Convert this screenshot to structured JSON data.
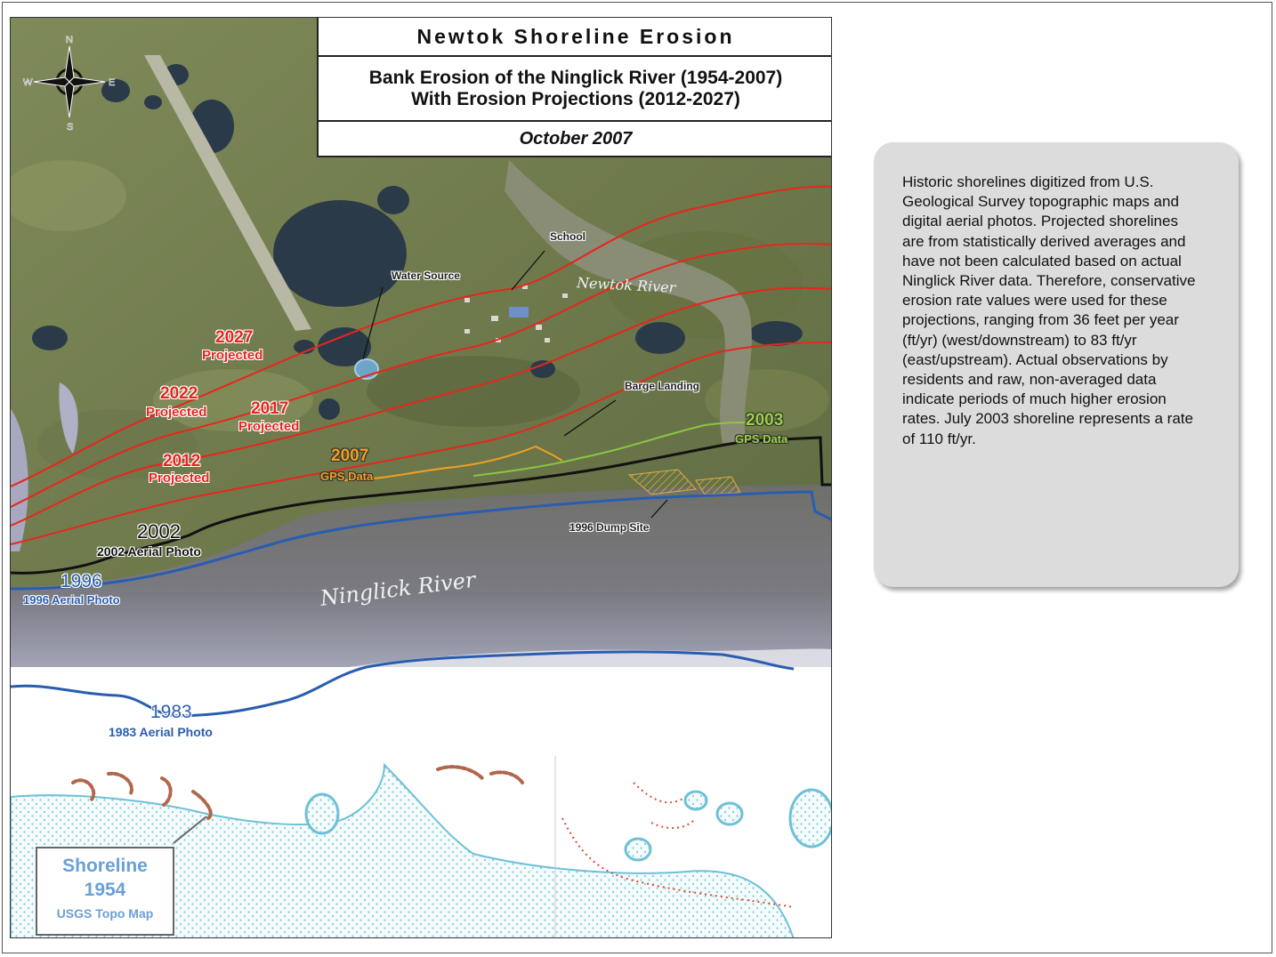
{
  "title": {
    "main": "Newtok Shoreline Erosion",
    "sub_line1": "Bank Erosion of the Ninglick River (1954-2007)",
    "sub_line2": "With Erosion Projections (2012-2027)",
    "date": "October 2007"
  },
  "compass": {
    "n": "N",
    "s": "S",
    "e": "E",
    "w": "W"
  },
  "labels": {
    "proj2027_year": "2027",
    "proj2027_sub": "Projected",
    "proj2022_year": "2022",
    "proj2022_sub": "Projected",
    "proj2017_year": "2017",
    "proj2017_sub": "Projected",
    "proj2012_year": "2012",
    "proj2012_sub": "Projected",
    "gps2007_year": "2007",
    "gps2007_sub": "GPS Data",
    "gps2003_year": "2003",
    "gps2003_sub": "GPS Data",
    "aerial2002_year": "2002",
    "aerial2002_sub": "2002 Aerial Photo",
    "aerial1996_year": "1996",
    "aerial1996_sub": "1996 Aerial Photo",
    "aerial1983_year": "1983",
    "aerial1983_sub": "1983 Aerial Photo",
    "school": "School",
    "water_source": "Water Source",
    "barge_landing": "Barge Landing",
    "dump_site": "1996 Dump Site",
    "newtok_river": "Newtok River",
    "ninglick_river": "Ninglick River"
  },
  "shoreline_box": {
    "line1": "Shoreline",
    "line2": "1954",
    "line3": "USGS Topo Map"
  },
  "note": {
    "text": "Historic shorelines digitized from U.S. Geological Survey topographic maps and digital aerial photos. Projected shorelines are from statistically derived averages and have not been calculated based on actual Ninglick River data. Therefore, conservative erosion rate values were used for these projections, ranging from 36 feet per year (ft/yr) (west/downstream) to 83 ft/yr (east/upstream). Actual observations by residents and raw, non-averaged data indicate periods of much higher erosion rates. July 2003 shoreline represents a rate of 110 ft/yr."
  },
  "colors": {
    "projected": "#e8261e",
    "shoreline_2002": "#111111",
    "shoreline_historic": "#2a5db0",
    "gps_2007": "#f0a020",
    "gps_2003": "#8cc63f",
    "topo_water": "#79c9d1",
    "topo_contour": "#b0664a"
  }
}
